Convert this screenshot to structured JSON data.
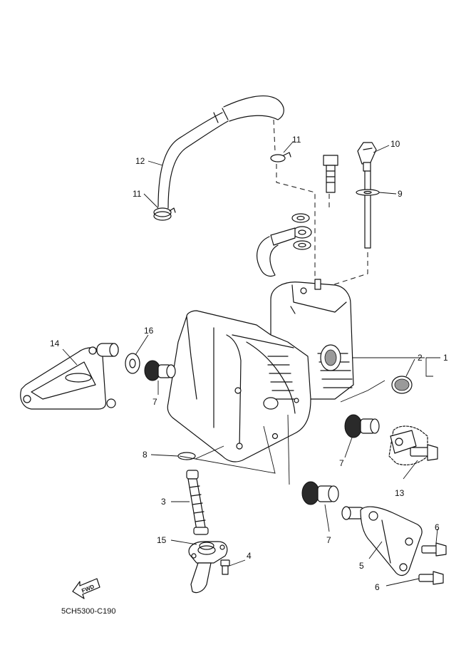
{
  "diagram": {
    "code": "5CH5300-C190",
    "fwd_label": "FWD",
    "callouts": {
      "c1": "1",
      "c2": "2",
      "c3": "3",
      "c4": "4",
      "c5": "5",
      "c6a": "6",
      "c6b": "6",
      "c7a": "7",
      "c7b": "7",
      "c7c": "7",
      "c8": "8",
      "c9": "9",
      "c10": "10",
      "c11a": "11",
      "c11b": "11",
      "c12": "12",
      "c13": "13",
      "c14": "14",
      "c15": "15",
      "c16": "16"
    }
  }
}
